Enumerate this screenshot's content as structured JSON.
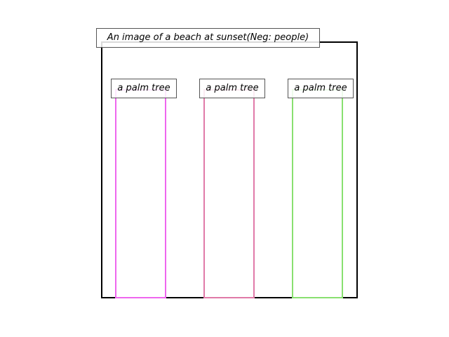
{
  "title": "An image of a beach at sunset(Neg: people)",
  "objects": [
    {
      "label": "a palm tree",
      "color": "#ee66ee"
    },
    {
      "label": "a palm tree",
      "color": "#e07aa8"
    },
    {
      "label": "a palm tree",
      "color": "#88e070"
    }
  ]
}
